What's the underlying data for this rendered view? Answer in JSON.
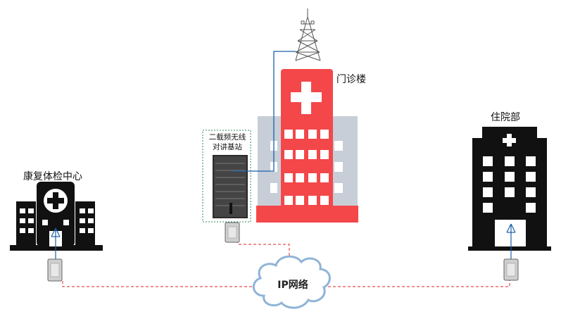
{
  "nodes": {
    "outpatient": {
      "label": "门诊楼",
      "color": "#f4474a",
      "back_color": "#c7ced8"
    },
    "inpatient": {
      "label": "住院部",
      "color": "#111111"
    },
    "checkup_center": {
      "label": "康复体检中心",
      "color": "#111111"
    },
    "base_station": {
      "label_line1": "二载频无线",
      "label_line2": "对讲基站"
    },
    "cloud": {
      "label": "IP网络"
    },
    "tower": {
      "icon": "radio-tower-icon"
    }
  },
  "links": {
    "ip_color": "#e02020",
    "antenna_color": "#1a5fa8"
  }
}
